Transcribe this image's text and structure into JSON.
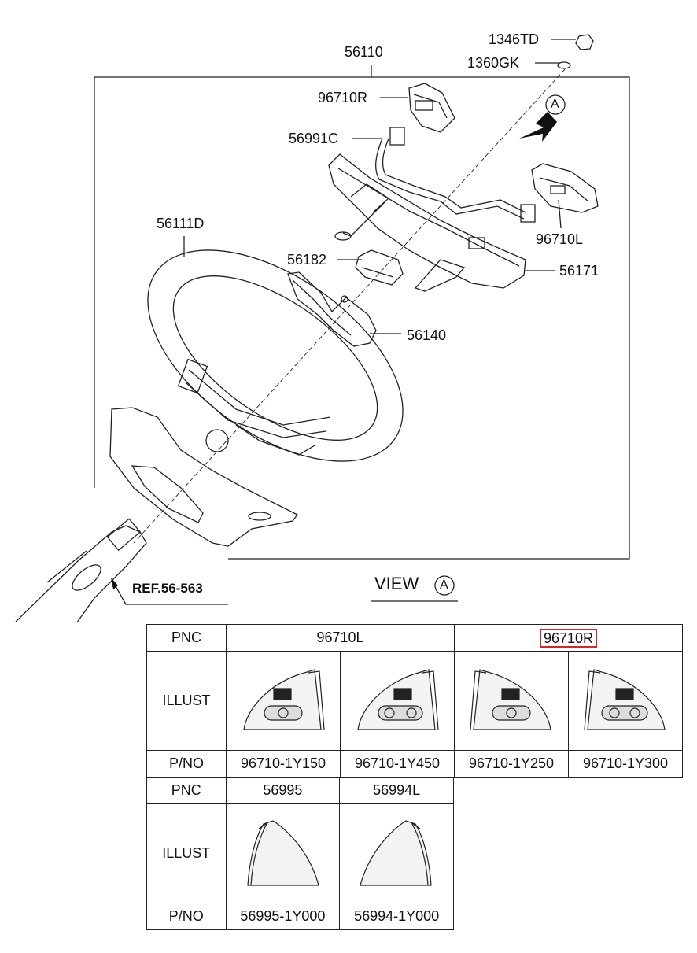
{
  "callouts": {
    "p56110": "56110",
    "p1346TD": "1346TD",
    "p1360GK": "1360GK",
    "p96710R": "96710R",
    "p56991C": "56991C",
    "p56111D": "56111D",
    "p96710L": "96710L",
    "p56182": "56182",
    "p56171": "56171",
    "p56140": "56140",
    "ref": "REF.56-563",
    "view_a_marker": "A",
    "view_label": "VIEW",
    "view_circle": "A"
  },
  "table1": {
    "pnc_label": "PNC",
    "illust_label": "ILLUST",
    "pno_label": "P/NO",
    "groups": [
      {
        "pnc": "96710L",
        "highlighted": false
      },
      {
        "pnc": "96710R",
        "highlighted": true
      }
    ],
    "items": [
      {
        "pno": "96710-1Y150",
        "icon": "switch-left-single-icon"
      },
      {
        "pno": "96710-1Y450",
        "icon": "switch-left-double-icon"
      },
      {
        "pno": "96710-1Y250",
        "icon": "switch-right-single-icon"
      },
      {
        "pno": "96710-1Y300",
        "icon": "switch-right-double-icon"
      }
    ]
  },
  "table2": {
    "pnc_label": "PNC",
    "illust_label": "ILLUST",
    "pno_label": "P/NO",
    "items": [
      {
        "pnc": "56995",
        "pno": "56995-1Y000",
        "icon": "cover-right-icon"
      },
      {
        "pnc": "56994L",
        "pno": "56994-1Y000",
        "icon": "cover-left-icon"
      }
    ]
  },
  "colors": {
    "line": "#222222",
    "highlight": "#e0241b"
  }
}
